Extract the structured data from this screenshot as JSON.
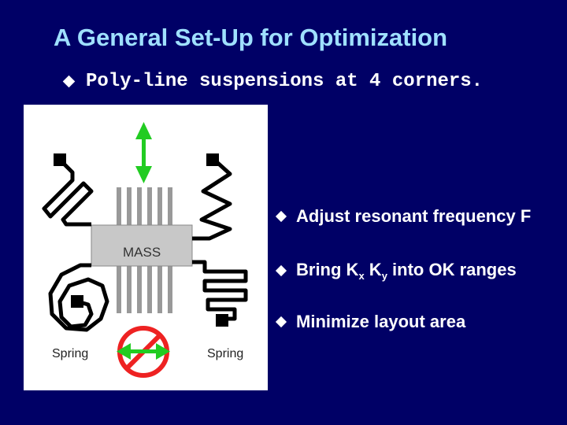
{
  "slide": {
    "title": "A General Set-Up for Optimization",
    "main_bullet": "Poly-line suspensions at 4 corners.",
    "bullets": [
      {
        "text": "Adjust resonant frequency F"
      },
      {
        "pre": "Bring K",
        "sub1": "x",
        "mid": " K",
        "sub2": "y",
        "post": " into OK ranges"
      },
      {
        "text": "Minimize layout area"
      }
    ]
  },
  "figure": {
    "mass_label": "MASS",
    "spring_left_label": "Spring",
    "spring_right_label": "Spring"
  },
  "colors": {
    "background": "#000066",
    "title": "#9fe0ff",
    "arrow_green": "#22cc22",
    "prohibit_red": "#ee2222"
  }
}
